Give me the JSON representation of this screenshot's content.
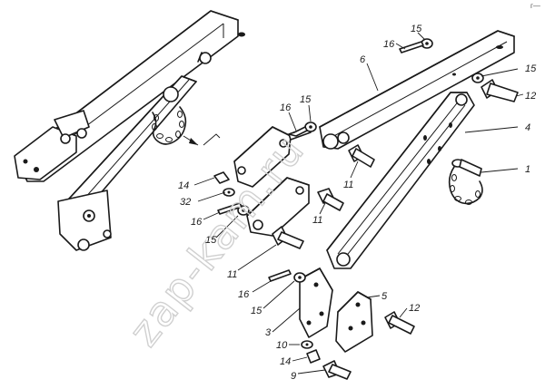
{
  "watermark": "zap-kam.ru",
  "corner_mark": "г—",
  "callouts": [
    {
      "text": "15"
    },
    {
      "text": "16"
    },
    {
      "text": "6"
    },
    {
      "text": "15"
    },
    {
      "text": "12"
    },
    {
      "text": "15"
    },
    {
      "text": "16"
    },
    {
      "text": "4"
    },
    {
      "text": "1"
    },
    {
      "text": "11"
    },
    {
      "text": "14"
    },
    {
      "text": "32"
    },
    {
      "text": "11"
    },
    {
      "text": "16"
    },
    {
      "text": "15"
    },
    {
      "text": "11"
    },
    {
      "text": "16"
    },
    {
      "text": "15"
    },
    {
      "text": "5"
    },
    {
      "text": "12"
    },
    {
      "text": "3"
    },
    {
      "text": "10"
    },
    {
      "text": "14"
    },
    {
      "text": "9"
    }
  ]
}
